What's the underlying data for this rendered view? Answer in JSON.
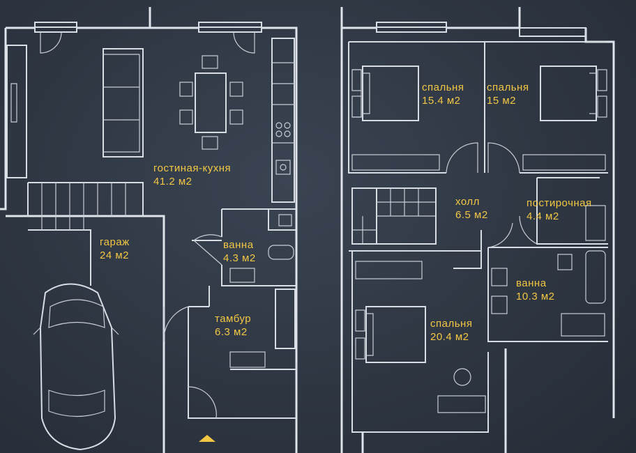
{
  "rooms": {
    "living_kitchen": {
      "name": "гостиная-кухня",
      "area": "41.2 м2"
    },
    "garage": {
      "name": "гараж",
      "area": "24 м2"
    },
    "bath_ground": {
      "name": "ванна",
      "area": "4.3 м2"
    },
    "vestibule": {
      "name": "тамбур",
      "area": "6.3 м2"
    },
    "bedroom_1": {
      "name": "спальня",
      "area": "15.4 м2"
    },
    "bedroom_2": {
      "name": "спальня",
      "area": "15 м2"
    },
    "hall": {
      "name": "холл",
      "area": "6.5 м2"
    },
    "laundry": {
      "name": "постирочная",
      "area": "4.4 м2"
    },
    "bath_upper": {
      "name": "ванна",
      "area": "10.3 м2"
    },
    "bedroom_3": {
      "name": "спальня",
      "area": "20.4 м2"
    }
  },
  "colors": {
    "background": "#2e3642",
    "lines": "#d8dde4",
    "labels": "#f2c744"
  }
}
